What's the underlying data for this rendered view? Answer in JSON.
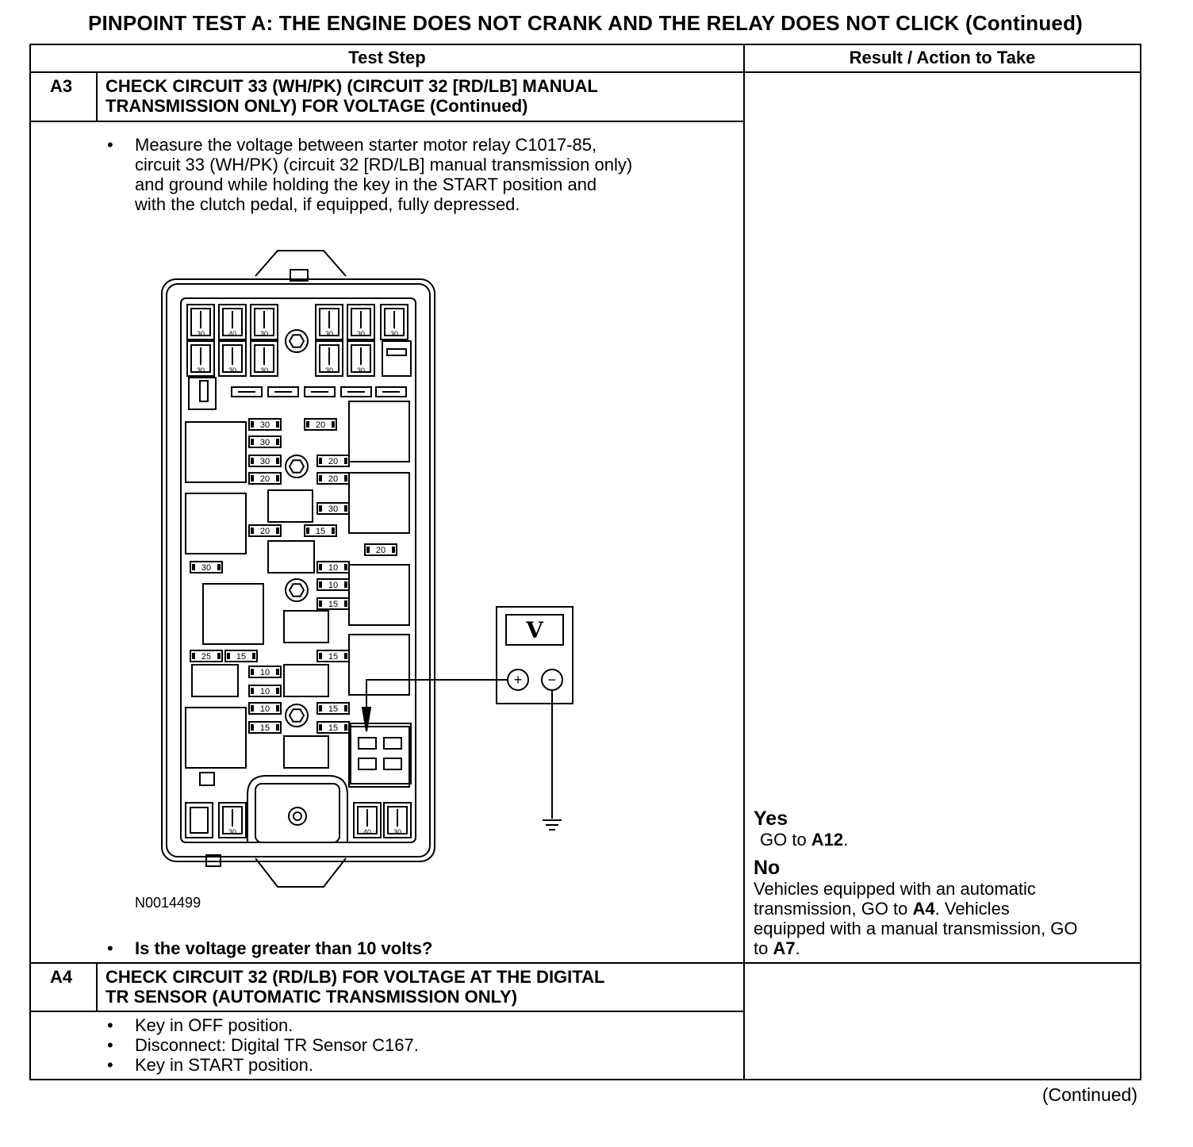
{
  "title": "PINPOINT TEST  A: THE ENGINE DOES NOT CRANK AND THE RELAY DOES NOT CLICK (Continued)",
  "columns": {
    "step": "Test Step",
    "result": "Result / Action to Take"
  },
  "rows": [
    {
      "id": "A3",
      "heading": [
        "CHECK CIRCUIT 33 (WH/PK) (CIRCUIT 32 [RD/LB] MANUAL",
        "TRANSMISSION ONLY) FOR VOLTAGE (Continued)"
      ],
      "steps": [
        [
          "Measure the voltage between starter motor relay C1017-85,",
          "circuit 33 (WH/PK) (circuit 32 [RD/LB] manual transmission only)",
          "and ground while holding the key in the START position and",
          "with the clutch pedal, if equipped, fully depressed."
        ]
      ],
      "figure_id": "N0014499",
      "question": "Is the voltage greater than 10 volts?",
      "yes_label": "Yes",
      "yes_pre": "GO to ",
      "yes_target": "A12",
      "yes_post": ".",
      "no_label": "No",
      "no_lines": [
        {
          "pre": "Vehicles equipped with an automatic",
          "bold": "",
          "post": ""
        },
        {
          "pre": "transmission, GO to ",
          "bold": "A4",
          "post": ". Vehicles"
        },
        {
          "pre": "equipped with a manual transmission, GO",
          "bold": "",
          "post": ""
        },
        {
          "pre": "to ",
          "bold": "A7",
          "post": "."
        }
      ]
    },
    {
      "id": "A4",
      "heading": [
        "CHECK CIRCUIT 32 (RD/LB) FOR VOLTAGE AT THE DIGITAL",
        "TR SENSOR (AUTOMATIC TRANSMISSION ONLY)"
      ],
      "steps": [
        "Key in OFF position.",
        "Disconnect: Digital TR Sensor C167.",
        "Key in START position."
      ]
    }
  ],
  "meter": {
    "display": "V",
    "plus": "+",
    "minus": "−"
  },
  "fuse_ratings": {
    "small_top": [
      "30",
      "40",
      "30",
      "30",
      "30",
      "30"
    ],
    "small_row2": [
      "30",
      "30",
      "30",
      "30",
      "30"
    ],
    "maxi": [
      "30",
      "20",
      "30",
      "30",
      "20",
      "20",
      "20",
      "30",
      "20",
      "15",
      "20",
      "30",
      "10",
      "10",
      "15",
      "25",
      "15",
      "15",
      "10",
      "10",
      "15",
      "10",
      "15",
      "15"
    ],
    "bottom": [
      "30",
      "40",
      "30"
    ]
  },
  "continued": "(Continued)"
}
